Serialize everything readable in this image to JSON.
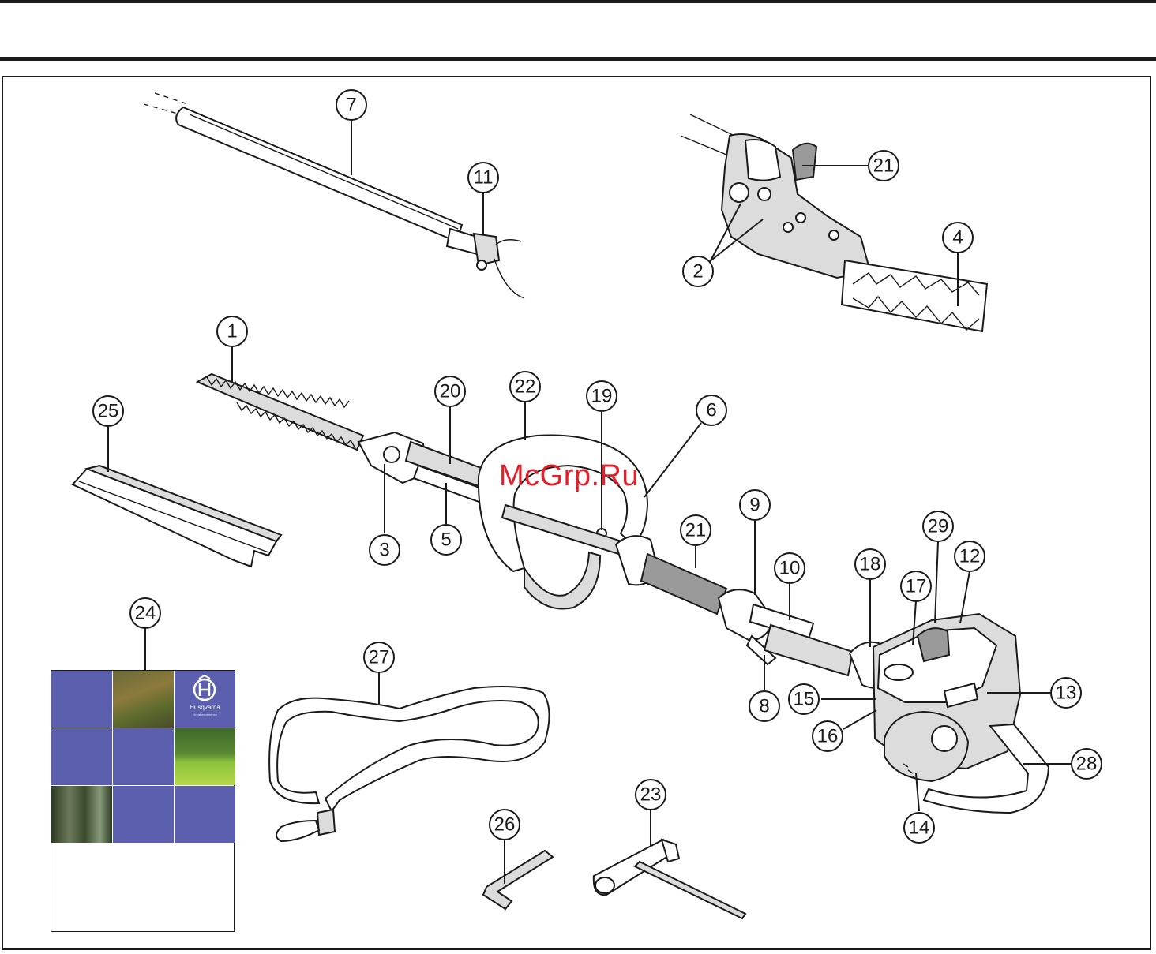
{
  "watermark": "McGrp.Ru",
  "manual": {
    "brand": "Husqvarna",
    "tagline": "Great experience"
  },
  "callouts": [
    "1",
    "2",
    "3",
    "4",
    "5",
    "6",
    "7",
    "8",
    "9",
    "10",
    "11",
    "12",
    "13",
    "14",
    "15",
    "16",
    "17",
    "18",
    "19",
    "20",
    "21",
    "21",
    "22",
    "23",
    "24",
    "25",
    "26",
    "27",
    "28",
    "29"
  ],
  "colors": {
    "ink": "#1a1a1a",
    "manual_blue": "#5c5fae",
    "watermark_red": "#e0202a"
  }
}
